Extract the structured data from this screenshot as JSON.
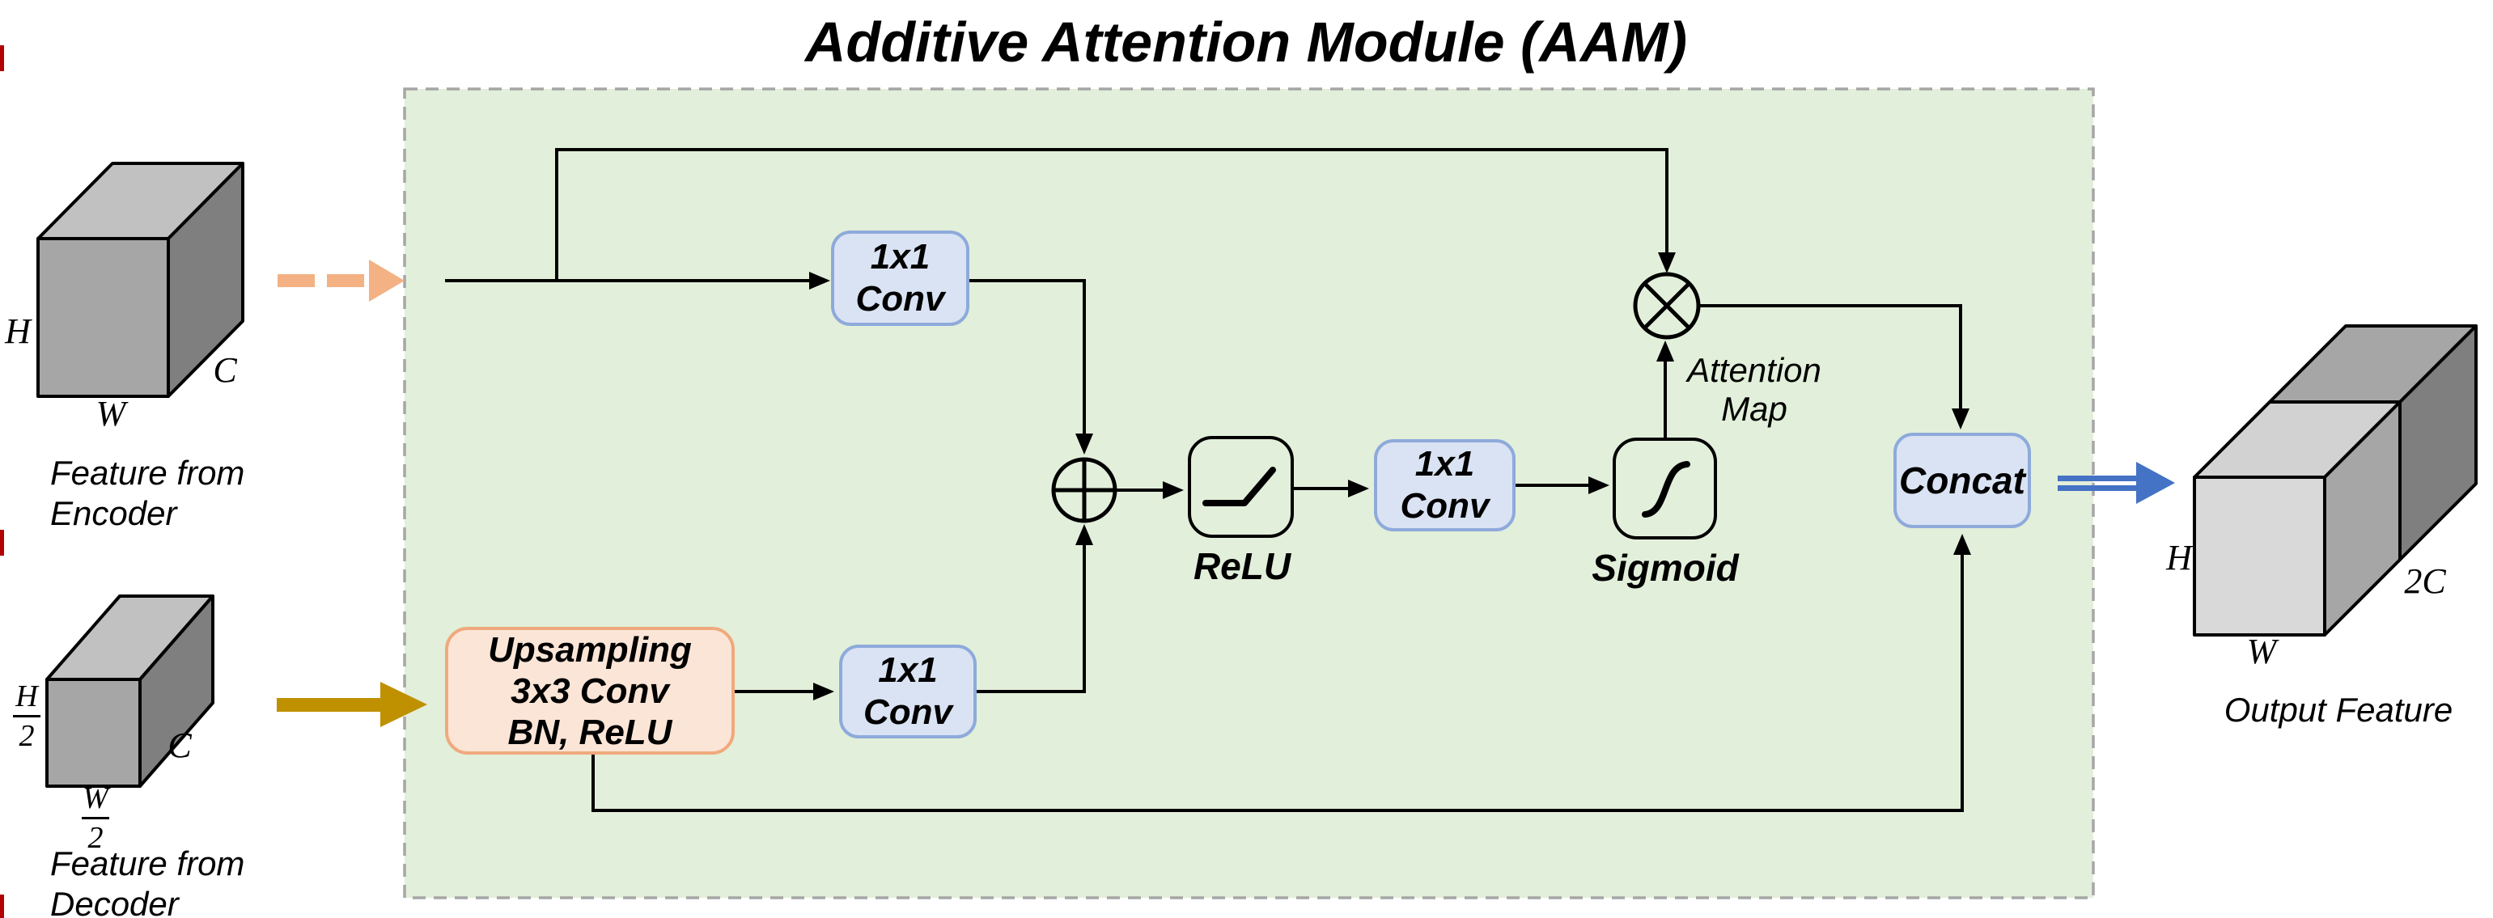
{
  "title": "Additive Attention Module (AAM)",
  "colors": {
    "panel_green": "#e2efda",
    "panel_border": "#a6a6a6",
    "blue_fill": "#dae3f3",
    "blue_border": "#8eaadb",
    "orange_fill": "#fbe5d6",
    "orange_border": "#f0a97c",
    "encoder_arrow": "#f4b183",
    "decoder_arrow": "#bf9000",
    "output_arrow": "#4472c4",
    "cube_light": "#d9d9d9",
    "cube_mid": "#a6a6a6",
    "cube_dark": "#7f7f7f"
  },
  "encoder_input": {
    "caption_line1": "Feature from",
    "caption_line2": "Encoder",
    "height_label": "H",
    "width_label": "W",
    "channel_label": "C"
  },
  "decoder_input": {
    "caption_line1": "Feature from",
    "caption_line2": "Decoder",
    "height_num": "H",
    "height_den": "2",
    "width_num": "W",
    "width_den": "2",
    "channel_label": "C"
  },
  "blocks": {
    "conv_encoder": {
      "line1": "1x1",
      "line2": "Conv"
    },
    "conv_decoder": {
      "line1": "1x1",
      "line2": "Conv"
    },
    "conv_attention": {
      "line1": "1x1",
      "line2": "Conv"
    },
    "upsampling": {
      "line1": "Upsampling",
      "line2": "3x3 Conv",
      "line3": "BN, ReLU"
    },
    "relu": {
      "label": "ReLU"
    },
    "sigmoid": {
      "label": "Sigmoid"
    },
    "concat": {
      "label": "Concat"
    }
  },
  "annotations": {
    "attention_map_line1": "Attention",
    "attention_map_line2": "Map"
  },
  "output": {
    "caption": "Output Feature",
    "height_label": "H",
    "width_label": "W",
    "channel_label": "2C"
  }
}
